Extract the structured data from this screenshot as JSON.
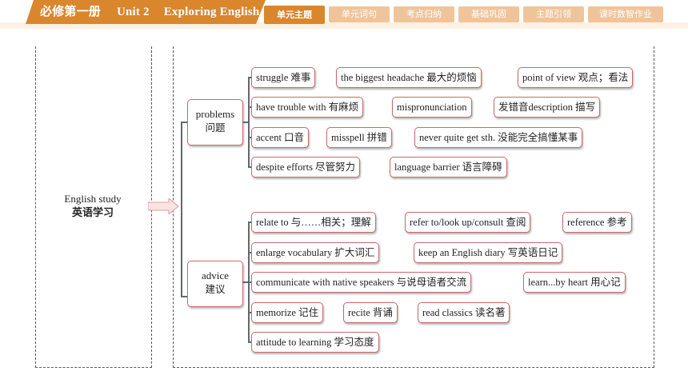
{
  "header": {
    "course": "必修第一册",
    "unit": "Unit 2",
    "unit_title": "Exploring English",
    "tabs": [
      {
        "label": "单元主题",
        "active": true
      },
      {
        "label": "单元词句",
        "active": false
      },
      {
        "label": "考点归纳",
        "active": false
      },
      {
        "label": "基础巩固",
        "active": false
      },
      {
        "label": "主题引领",
        "active": false
      },
      {
        "label": "课时数智作业",
        "active": false
      }
    ]
  },
  "root": {
    "en": "English study",
    "zh": "英语学习"
  },
  "categories": [
    {
      "en": "problems",
      "zh": "问题",
      "rows": [
        [
          "struggle 难事",
          "the biggest headache 最大的烦恼",
          "point of view 观点；看法"
        ],
        [
          "have trouble with 有麻烦",
          "mispronunciation",
          "发错音description 描写"
        ],
        [
          "accent 口音",
          "misspell 拼错",
          "never quite get sth. 没能完全搞懂某事"
        ],
        [
          "despite efforts 尽管努力",
          "language barrier 语言障碍"
        ]
      ]
    },
    {
      "en": "advice",
      "zh": "建议",
      "rows": [
        [
          "relate to 与……相关；理解",
          "refer to/look up/consult 查阅",
          "reference 参考"
        ],
        [
          "enlarge vocabulary 扩大词汇",
          "keep an English diary 写英语日记"
        ],
        [
          "communicate with native speakers 与说母语者交流",
          "learn...by heart 用心记"
        ],
        [
          "memorize 记住",
          "recite 背诵",
          "read classics 读名著"
        ],
        [
          "attitude to learning 学习态度"
        ]
      ]
    }
  ],
  "colors": {
    "accent": "#d9862d",
    "tab_inactive": "#f0c49a",
    "box_border": "#c96a6a"
  }
}
